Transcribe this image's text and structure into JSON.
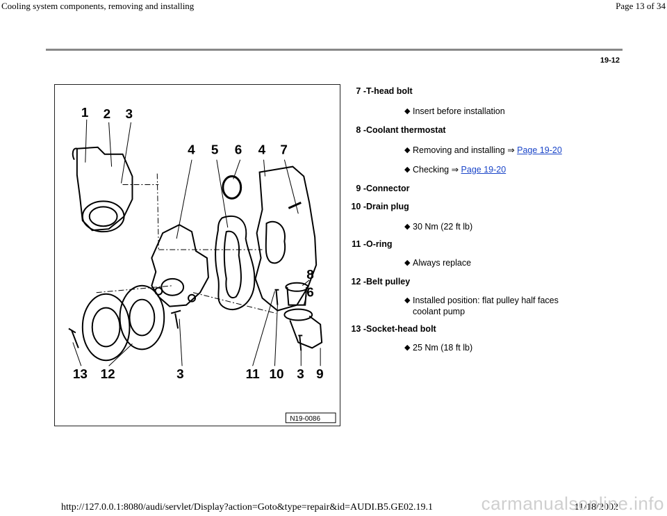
{
  "header": {
    "title": "Cooling system components, removing and installing",
    "page": "Page 13 of 34"
  },
  "page_number": "19-12",
  "figure": {
    "code": "N19-0086",
    "callouts": [
      "1",
      "2",
      "3",
      "4",
      "5",
      "6",
      "4",
      "7",
      "8",
      "6",
      "13",
      "12",
      "3",
      "11",
      "10",
      "3",
      "9"
    ]
  },
  "legend": [
    {
      "num": "7 -",
      "label": "T-head bolt",
      "notes": [
        {
          "text": "Insert before installation"
        }
      ]
    },
    {
      "num": "8 -",
      "label": "Coolant thermostat",
      "notes": [
        {
          "text": "Removing and installing ⇒ ",
          "link": "Page 19-20"
        },
        {
          "text": "Checking ⇒ ",
          "link": "Page 19-20"
        }
      ]
    },
    {
      "num": "9 -",
      "label": "Connector",
      "notes": []
    },
    {
      "num": "10 -",
      "label": "Drain plug",
      "notes": [
        {
          "text": "30 Nm (22 ft lb)"
        }
      ]
    },
    {
      "num": "11 -",
      "label": "O-ring",
      "notes": [
        {
          "text": "Always replace"
        }
      ]
    },
    {
      "num": "12 -",
      "label": "Belt pulley",
      "notes": [
        {
          "text": "Installed position: flat pulley half faces",
          "text2": "coolant pump"
        }
      ]
    },
    {
      "num": "13 -",
      "label": "Socket-head bolt",
      "notes": [
        {
          "text": "25 Nm (18 ft lb)"
        }
      ]
    }
  ],
  "footer": {
    "url": "http://127.0.0.1:8080/audi/servlet/Display?action=Goto&type=repair&id=AUDI.B5.GE02.19.1",
    "date": "11/18/2002",
    "watermark": "carmanualsonline.info"
  }
}
